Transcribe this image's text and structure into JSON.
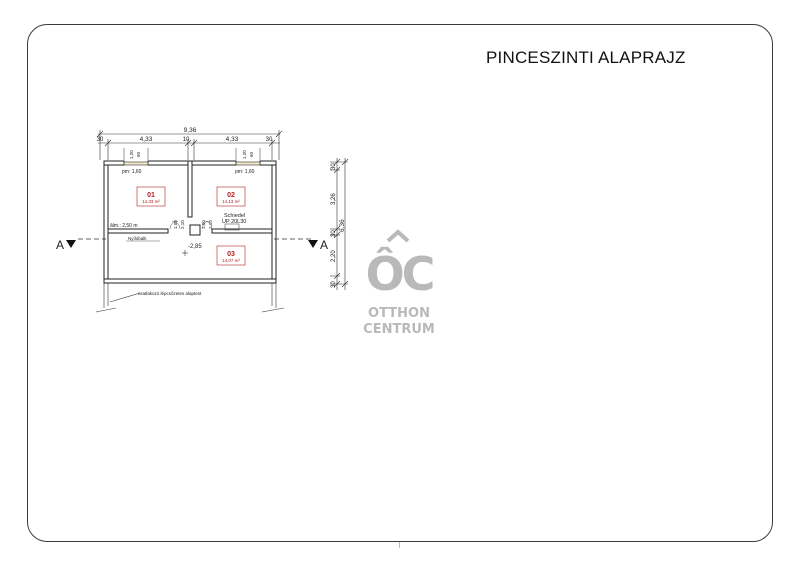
{
  "title": "PINCESZINTI ALAPRAJZ",
  "dimensions": {
    "total_width": "9,36",
    "wall_left": "30",
    "span_left": "4,33",
    "partition": "10",
    "span_right": "4,33",
    "wall_right": "30",
    "right_top_wall": "30",
    "right_span_top": "3,26",
    "right_mid_wall": "30",
    "right_span_bottom": "2,20",
    "right_bottom_wall": "30",
    "right_total": "6,36"
  },
  "windows": {
    "left_label": "pm: 1,60",
    "right_label": "pm: 1,60",
    "left_w": "1,20",
    "left_h": "60",
    "right_w": "1,20",
    "right_h": "60"
  },
  "rooms": [
    {
      "number": "01",
      "area": "14,33 m²"
    },
    {
      "number": "02",
      "area": "14,13 m²"
    },
    {
      "number": "03",
      "area": "14,07 m²"
    }
  ],
  "beam_left": "âlm.: 2,50 m",
  "beam_label": "Nyílóbalk",
  "doors": [
    "1,00",
    "2,10",
    "1,00",
    "2,10"
  ],
  "chimney_label_1": "Schiedel",
  "chimney_label_2": "UP 20L30",
  "level": "-2,85",
  "section_left": "A",
  "section_right": "A",
  "foundation_note": "csatlakozó lépcsőzetes alaptest",
  "logo": {
    "mark": "ÔC",
    "line1": "OTTHON",
    "line2": "CENTRUM"
  }
}
